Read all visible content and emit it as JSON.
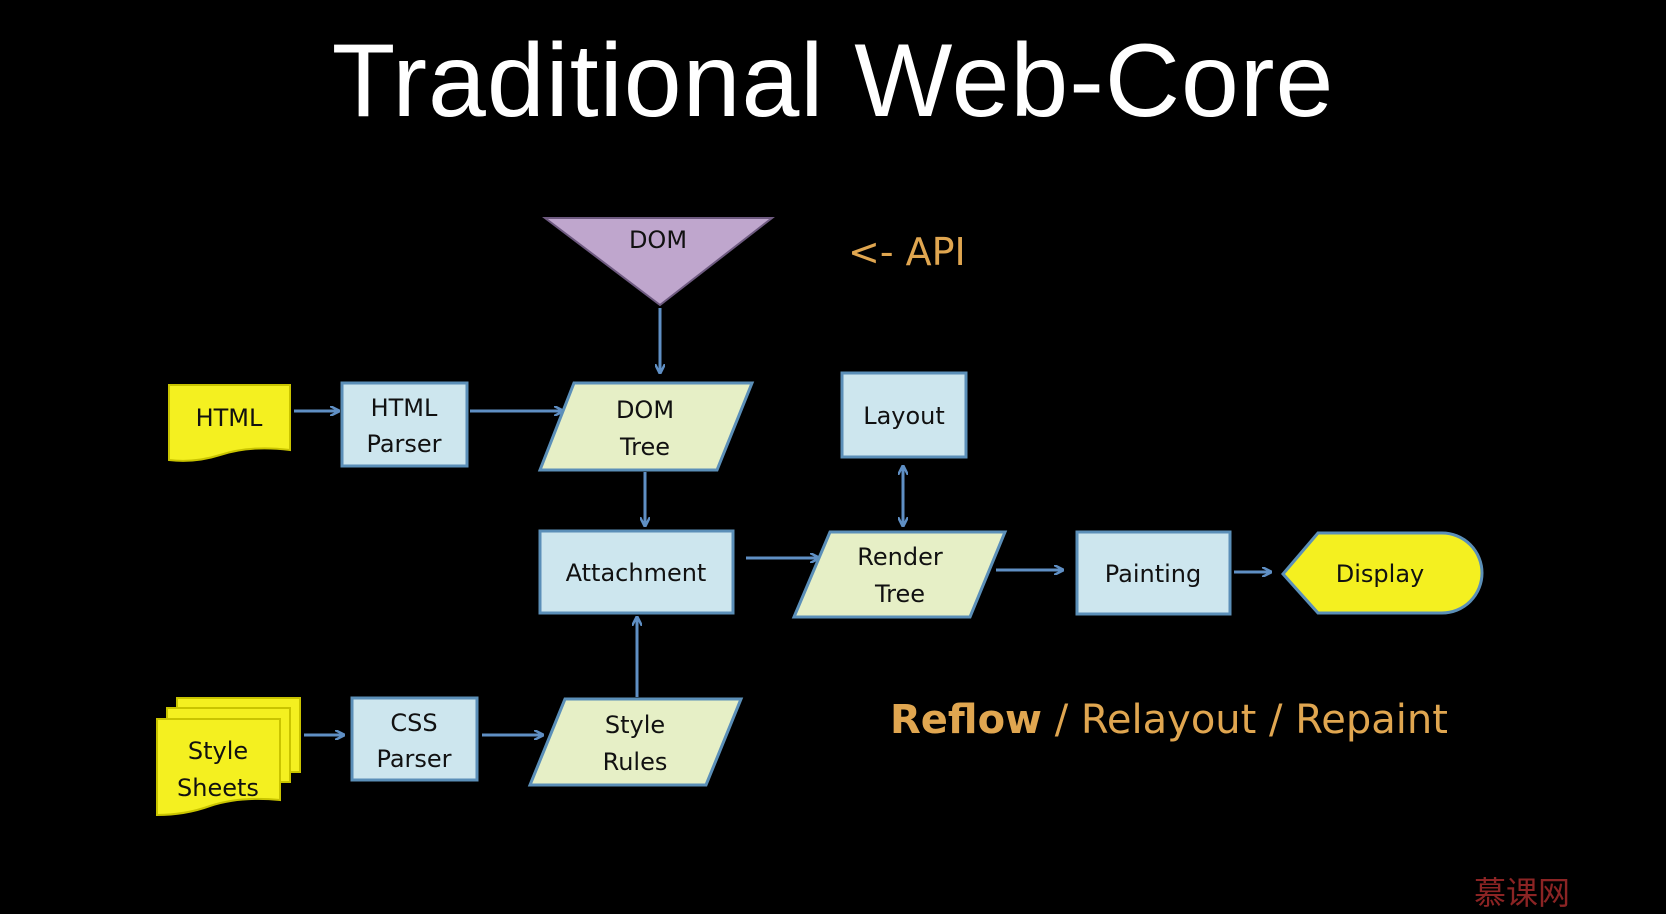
{
  "title": "Traditional Web-Core",
  "api_note": "<- API",
  "reflow": {
    "bold": "Reflow",
    "rest": " / Relayout / Repaint"
  },
  "nodes": {
    "dom": "DOM",
    "html": "HTML",
    "html_parser": [
      "HTML",
      "Parser"
    ],
    "dom_tree": [
      "DOM",
      "Tree"
    ],
    "layout": "Layout",
    "attachment": "Attachment",
    "render_tree": [
      "Render",
      "Tree"
    ],
    "painting": "Painting",
    "display": "Display",
    "style_sheets": [
      "Style",
      "Sheets"
    ],
    "css_parser": [
      "CSS",
      "Parser"
    ],
    "style_rules": [
      "Style",
      "Rules"
    ]
  },
  "colors": {
    "background": "#000000",
    "process_fill": "#cde6ee",
    "process_stroke": "#5b8fb8",
    "data_fill": "#e6efc6",
    "document_fill": "#f4f020",
    "dom_fill": "#bfa6cd",
    "arrow": "#5f8fc4",
    "accent_text": "#e0a650"
  },
  "watermark": "慕课网"
}
